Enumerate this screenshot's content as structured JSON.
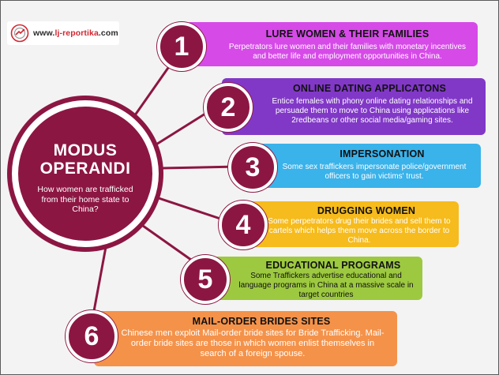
{
  "logo": {
    "prefix": "www.",
    "name": "lj-reportika",
    "suffix": ".com"
  },
  "hub": {
    "title_line1": "MODUS",
    "title_line2": "OPERANDI",
    "subtitle": "How women are trafficked from their home state to China?"
  },
  "steps": [
    {
      "number": "1",
      "title": "LURE WOMEN & THEIR FAMILIES",
      "description": "Perpetrators lure women and their families with monetary incentives and better life and employment opportunities in China.",
      "color": "#d64ae8"
    },
    {
      "number": "2",
      "title": "ONLINE DATING APPLICATONS",
      "description": "Entice females with phony online dating relationships and persuade them to move to China using applications like 2redbeans or other social media/gaming sites.",
      "color": "#8138c7"
    },
    {
      "number": "3",
      "title": "IMPERSONATION",
      "description": "Some sex traffickers impersonate police/government officers to gain victims' trust.",
      "color": "#3ab2ea"
    },
    {
      "number": "4",
      "title": "DRUGGING WOMEN",
      "description": "Some perpetrators drug their brides and sell them to cartels which helps them move across the border to China.",
      "color": "#f6bb1c"
    },
    {
      "number": "5",
      "title": "EDUCATIONAL PROGRAMS",
      "description": "Some Traffickers advertise educational and language programs in China at a massive scale in target countries",
      "color": "#9dc940"
    },
    {
      "number": "6",
      "title": "MAIL-ORDER BRIDES SITES",
      "description": "Chinese men exploit Mail-order bride sites for Bride Trafficking. Mail-order bride sites are those in which women enlist themselves in search of a foreign spouse.",
      "color": "#f4924a"
    }
  ],
  "colors": {
    "hub": "#8c1642",
    "badge": "#8c1642",
    "background": "#f3f3f3"
  }
}
